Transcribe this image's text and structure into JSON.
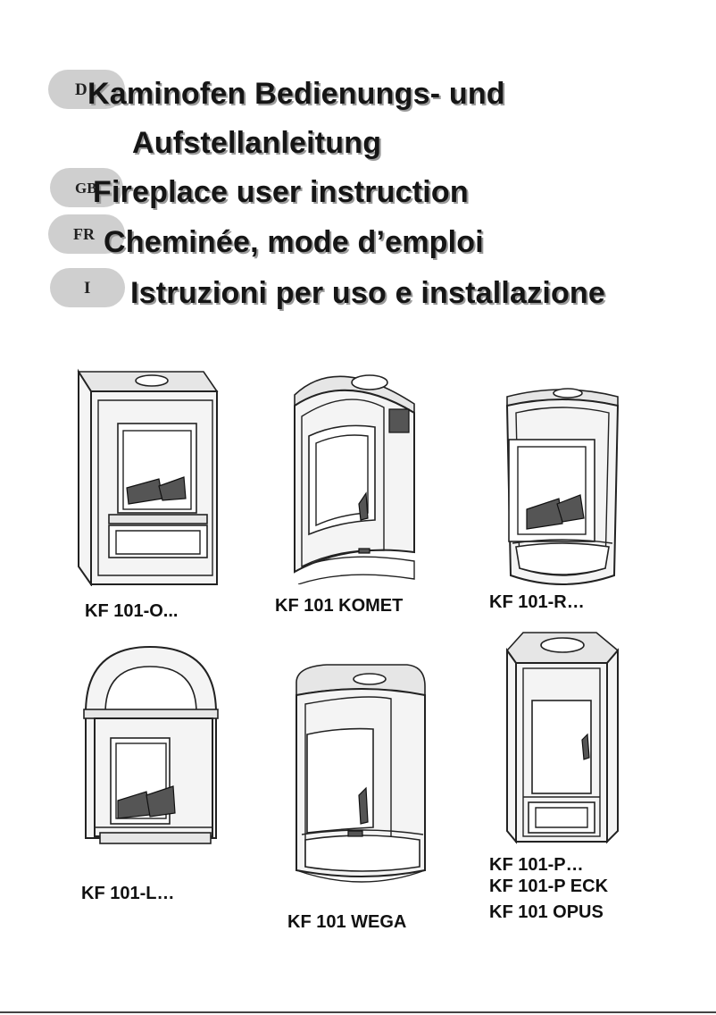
{
  "title_lines": [
    {
      "badge": "D",
      "text": "Kaminofen Bedienungs- und"
    },
    {
      "badge": "",
      "text": "Aufstellanleitung"
    },
    {
      "badge": "GB",
      "text": "Fireplace user instruction"
    },
    {
      "badge": "FR",
      "text": "Cheminée, mode d’emploi"
    },
    {
      "badge": "I",
      "text": "Istruzioni per uso e installazione"
    }
  ],
  "products": [
    {
      "label": "KF 101-O...",
      "icon": "stove-rectangular-icon"
    },
    {
      "label": "KF 101 KOMET",
      "icon": "stove-curved-icon"
    },
    {
      "label": "KF 101-R…",
      "icon": "stove-round-icon"
    },
    {
      "label": "KF 101-L…",
      "icon": "stove-arched-icon"
    },
    {
      "label": "KF 101 WEGA",
      "icon": "stove-cylindrical-icon"
    },
    {
      "labels": [
        "KF 101-P…",
        "KF 101-P ECK",
        "KF 101 OPUS"
      ],
      "icon": "stove-corner-icon"
    }
  ]
}
